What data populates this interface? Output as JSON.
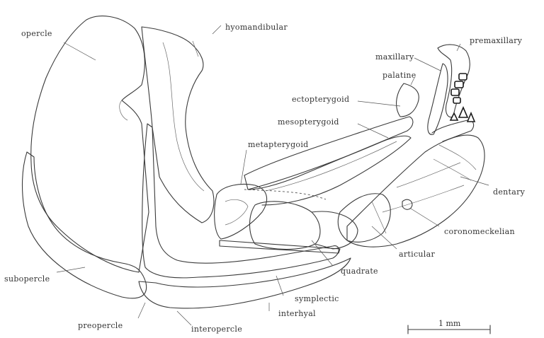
{
  "labels": {
    "opercle": "opercle",
    "hyomandibular": "hyomandibular",
    "premaxillary": "premaxillary",
    "maxillary": "maxillary",
    "palatine": "palatine",
    "ectopterygoid": "ectopterygoid",
    "mesopterygoid": "mesopterygoid",
    "metapterygoid": "metapterygoid",
    "dentary": "dentary",
    "coronomeckelian": "coronomeckelian",
    "articular": "articular",
    "quadrate": "quadrate",
    "symplectic": "symplectic",
    "interhyal": "interhyal",
    "subopercle": "subopercle",
    "preopercle": "preopercle",
    "interopercle": "interopercle"
  },
  "scale_bar": {
    "label": "1 mm"
  }
}
